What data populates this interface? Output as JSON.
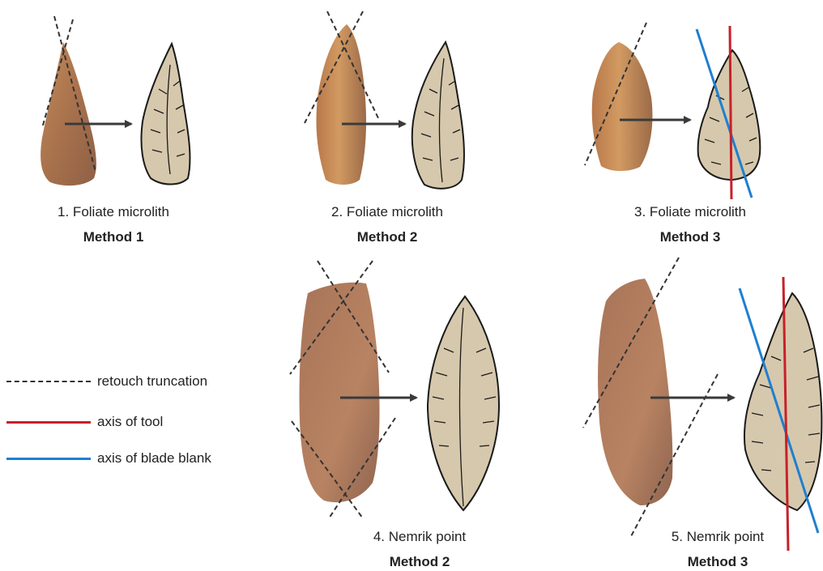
{
  "panels": [
    {
      "id": 1,
      "caption": "1. Foliate microlith",
      "method": "Method 1"
    },
    {
      "id": 2,
      "caption": "2. Foliate microlith",
      "method": "Method 2"
    },
    {
      "id": 3,
      "caption": "3. Foliate microlith",
      "method": "Method 3"
    },
    {
      "id": 4,
      "caption": "4. Nemrik point",
      "method": "Method 2"
    },
    {
      "id": 5,
      "caption": "5. Nemrik point",
      "method": "Method 3"
    }
  ],
  "legend": [
    {
      "label": "retouch truncation",
      "style": "dashed",
      "color": "#333333"
    },
    {
      "label": "axis of tool",
      "style": "solid",
      "color": "#c8202a"
    },
    {
      "label": "axis of blade blank",
      "style": "solid",
      "color": "#1f7fcf"
    }
  ],
  "colors": {
    "flint_light": "#c9895a",
    "flint_dark": "#8c5a3c",
    "drawing_fill": "#d6c8ac",
    "outline": "#1a1a1a",
    "arrow": "#3a3a3a"
  }
}
